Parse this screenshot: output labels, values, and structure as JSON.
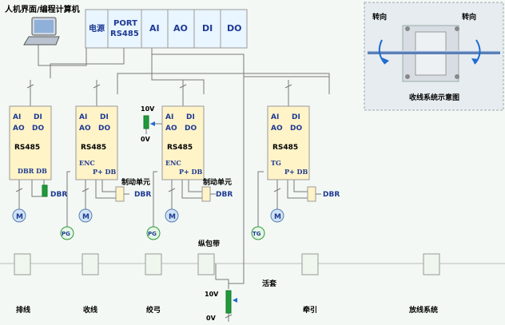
{
  "hmi_label": "人机界面/编程计算机",
  "plc": {
    "modules": [
      "电源",
      "PORT",
      "RS485",
      "AI",
      "AO",
      "DI",
      "DO"
    ]
  },
  "drive": {
    "ai": "AI",
    "di": "DI",
    "ao": "AO",
    "do": "DO",
    "rs485": "RS485"
  },
  "drive_terms": {
    "dbr_db": "DBR DB",
    "enc": "ENC",
    "tg": "TG",
    "p_db": "P+ DB"
  },
  "brake_unit": "制动单元",
  "dbr": "DBR",
  "motor": "M",
  "pg": "PG",
  "tg": "TG",
  "pot": {
    "top": "10V",
    "bottom": "0V"
  },
  "belt": "纵包带",
  "dancer": "活套",
  "stations": [
    "排线",
    "收线",
    "绞弓",
    "牵引",
    "放线系统"
  ],
  "inset": {
    "left_dir": "转向",
    "right_dir": "转向",
    "caption": "收线系统示意图"
  },
  "colors": {
    "line": "#7a7a7a",
    "text": "#1d3a93",
    "box_fill": "#fff3c8",
    "module_fill": "#e9f5ff"
  }
}
